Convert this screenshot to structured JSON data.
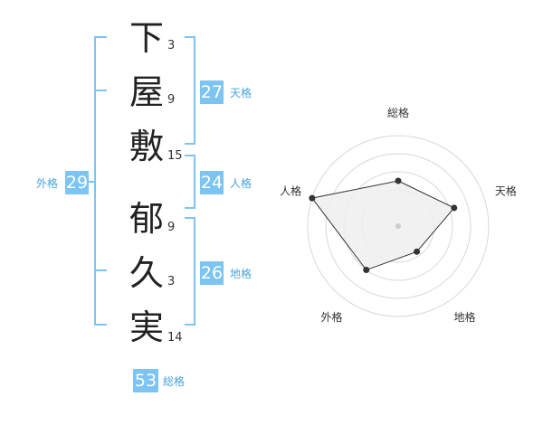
{
  "name_characters": [
    {
      "char": "下",
      "strokes": "3"
    },
    {
      "char": "屋",
      "strokes": "9"
    },
    {
      "char": "敷",
      "strokes": "15"
    },
    {
      "char": "郁",
      "strokes": "9"
    },
    {
      "char": "久",
      "strokes": "3"
    },
    {
      "char": "実",
      "strokes": "14"
    }
  ],
  "fortunes": {
    "tenkaku": {
      "value": "27",
      "label": "天格"
    },
    "jinkaku": {
      "value": "24",
      "label": "人格"
    },
    "chikaku": {
      "value": "26",
      "label": "地格"
    },
    "gaikaku": {
      "value": "29",
      "label": "外格"
    },
    "soukaku": {
      "value": "53",
      "label": "総格"
    }
  },
  "radar": {
    "axes": [
      "総格",
      "天格",
      "地格",
      "外格",
      "人格"
    ],
    "values": [
      0.5,
      0.65,
      0.35,
      0.6,
      1.0
    ],
    "rings": 4,
    "colors": {
      "fill": "#eeeeee",
      "line": "#333333",
      "ring": "#d8d8d8",
      "point": "#333333"
    }
  },
  "colors": {
    "accent": "#7cc4f2",
    "accent_text": "#4aa3e0"
  }
}
